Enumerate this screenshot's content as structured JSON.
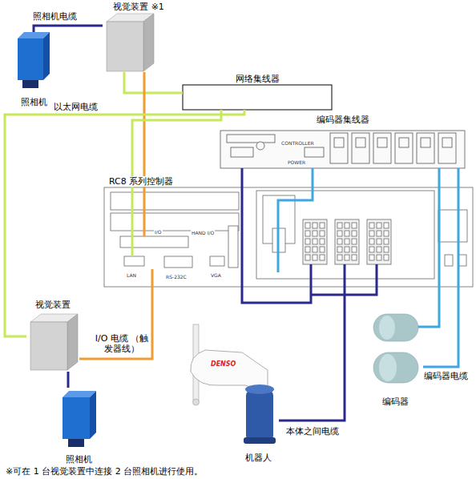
{
  "diagram": {
    "nodes": [
      {
        "text": [
          "照相机"
        ]
      },
      {
        "text": [
          "视觉装置 ※1"
        ]
      },
      {
        "text": [
          "网络集线器"
        ]
      },
      {
        "text": [
          "编码器集线器"
        ]
      },
      {
        "text": [
          "RC8 系列控制器"
        ]
      },
      {
        "text": [
          "视觉装置"
        ]
      },
      {
        "text": [
          "编码器"
        ]
      },
      {
        "text": [
          "照相机"
        ]
      },
      {
        "text": [
          "机器人"
        ]
      }
    ],
    "edges": [
      {
        "from": 0,
        "to": 1,
        "label": "照相机电缆",
        "arrow": "none"
      },
      {
        "from": 1,
        "to": 2,
        "arrow": "none"
      },
      {
        "from": 1,
        "to": 4,
        "arrow": "none"
      },
      {
        "from": 2,
        "to": 4,
        "arrow": "none"
      },
      {
        "from": 2,
        "to": 5,
        "label": "以太网电缆",
        "arrow": "none"
      },
      {
        "from": 3,
        "to": 4,
        "arrow": "none"
      },
      {
        "from": 3,
        "to": 4,
        "arrow": "none"
      },
      {
        "from": 5,
        "to": 4,
        "label": "I/O 电缆 （触发器线）",
        "arrow": "none"
      },
      {
        "from": 5,
        "to": 7,
        "arrow": "none"
      },
      {
        "from": 8,
        "to": 4,
        "label": "本体之间电缆",
        "arrow": "none"
      },
      {
        "from": 6,
        "to": 3,
        "label": "编码器电缆",
        "arrow": "none"
      }
    ],
    "labels": [
      "※可在 1 台视觉装置中连接 2 台照相机进行使用。",
      "CONTROLLER",
      "POWER",
      "HAND I/O",
      "I/O",
      "LAN",
      "RS-232C",
      "VGA",
      "DENSO"
    ]
  }
}
